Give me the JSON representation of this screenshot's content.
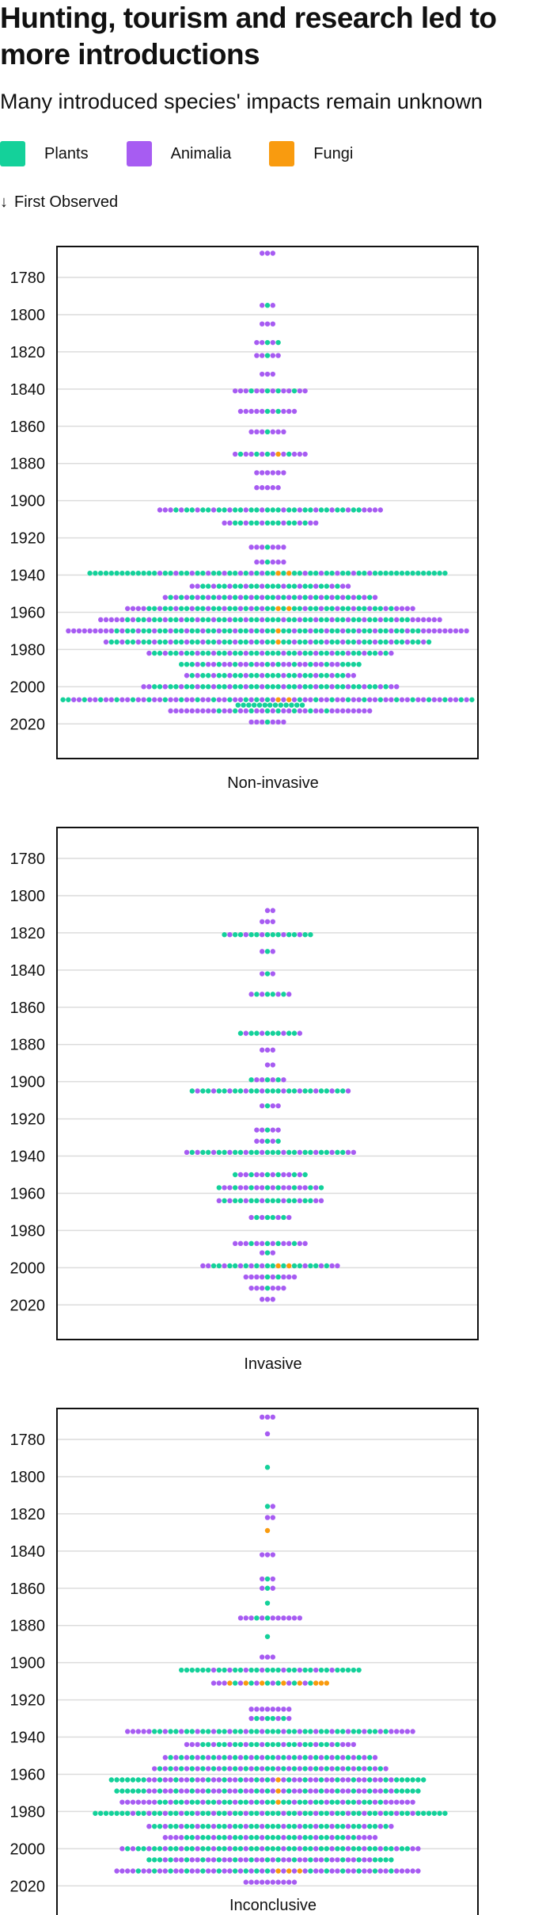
{
  "title": "Hunting, tourism and research led to more introductions",
  "subtitle": "Many introduced species' impacts remain unknown",
  "legend": {
    "items": [
      {
        "label": "Plants",
        "color": "#14d19a"
      },
      {
        "label": "Animalia",
        "color": "#a75cf2"
      },
      {
        "label": "Fungi",
        "color": "#f99b0f"
      }
    ]
  },
  "direction_note": {
    "icon": "arrow-down-icon",
    "label": "First Observed"
  },
  "colors": {
    "Plants": "#14d19a",
    "Animalia": "#a75cf2",
    "Fungi": "#f99b0f",
    "grid": "#dcdcdc",
    "frame": "#111111"
  },
  "chart_data": [
    {
      "type": "scatter",
      "label": "Non-invasive",
      "y_axis_label": "First Observed",
      "y_ticks": [
        1780,
        1800,
        1820,
        1840,
        1860,
        1880,
        1900,
        1920,
        1940,
        1960,
        1980,
        2000,
        2020
      ],
      "ylim": [
        1760,
        2030
      ],
      "grid": true,
      "bins": [
        {
          "year": 1767,
          "Plants": 0,
          "Animalia": 3,
          "Fungi": 0
        },
        {
          "year": 1795,
          "Plants": 1,
          "Animalia": 2,
          "Fungi": 0
        },
        {
          "year": 1805,
          "Plants": 0,
          "Animalia": 3,
          "Fungi": 0
        },
        {
          "year": 1815,
          "Plants": 2,
          "Animalia": 3,
          "Fungi": 0
        },
        {
          "year": 1822,
          "Plants": 1,
          "Animalia": 4,
          "Fungi": 0
        },
        {
          "year": 1832,
          "Plants": 0,
          "Animalia": 3,
          "Fungi": 0
        },
        {
          "year": 1841,
          "Plants": 4,
          "Animalia": 10,
          "Fungi": 0
        },
        {
          "year": 1852,
          "Plants": 2,
          "Animalia": 9,
          "Fungi": 0
        },
        {
          "year": 1863,
          "Plants": 1,
          "Animalia": 6,
          "Fungi": 0
        },
        {
          "year": 1875,
          "Plants": 4,
          "Animalia": 9,
          "Fungi": 1
        },
        {
          "year": 1885,
          "Plants": 0,
          "Animalia": 6,
          "Fungi": 0
        },
        {
          "year": 1893,
          "Plants": 0,
          "Animalia": 5,
          "Fungi": 0
        },
        {
          "year": 1905,
          "Plants": 24,
          "Animalia": 18,
          "Fungi": 0
        },
        {
          "year": 1912,
          "Plants": 10,
          "Animalia": 8,
          "Fungi": 0
        },
        {
          "year": 1925,
          "Plants": 1,
          "Animalia": 6,
          "Fungi": 0
        },
        {
          "year": 1933,
          "Plants": 1,
          "Animalia": 5,
          "Fungi": 0
        },
        {
          "year": 1939,
          "Plants": 52,
          "Animalia": 13,
          "Fungi": 2
        },
        {
          "year": 1946,
          "Plants": 18,
          "Animalia": 12,
          "Fungi": 0
        },
        {
          "year": 1952,
          "Plants": 20,
          "Animalia": 20,
          "Fungi": 0
        },
        {
          "year": 1958,
          "Plants": 30,
          "Animalia": 22,
          "Fungi": 2
        },
        {
          "year": 1964,
          "Plants": 36,
          "Animalia": 28,
          "Fungi": 0
        },
        {
          "year": 1970,
          "Plants": 38,
          "Animalia": 36,
          "Fungi": 1
        },
        {
          "year": 1976,
          "Plants": 40,
          "Animalia": 20,
          "Fungi": 1
        },
        {
          "year": 1982,
          "Plants": 30,
          "Animalia": 16,
          "Fungi": 0
        },
        {
          "year": 1988,
          "Plants": 16,
          "Animalia": 18,
          "Fungi": 0
        },
        {
          "year": 1994,
          "Plants": 20,
          "Animalia": 12,
          "Fungi": 0
        },
        {
          "year": 2000,
          "Plants": 30,
          "Animalia": 18,
          "Fungi": 0
        },
        {
          "year": 2007,
          "Plants": 40,
          "Animalia": 48,
          "Fungi": 2
        },
        {
          "year": 2013,
          "Plants": 8,
          "Animalia": 30,
          "Fungi": 0
        },
        {
          "year": 2019,
          "Plants": 1,
          "Animalia": 6,
          "Fungi": 0
        }
      ]
    },
    {
      "type": "scatter",
      "label": "Invasive",
      "y_axis_label": "First Observed",
      "y_ticks": [
        1780,
        1800,
        1820,
        1840,
        1860,
        1880,
        1900,
        1920,
        1940,
        1960,
        1980,
        2000,
        2020
      ],
      "ylim": [
        1760,
        2030
      ],
      "grid": true,
      "bins": [
        {
          "year": 1808,
          "Plants": 0,
          "Animalia": 2,
          "Fungi": 0
        },
        {
          "year": 1814,
          "Plants": 0,
          "Animalia": 3,
          "Fungi": 0
        },
        {
          "year": 1821,
          "Plants": 12,
          "Animalia": 5,
          "Fungi": 0
        },
        {
          "year": 1830,
          "Plants": 1,
          "Animalia": 2,
          "Fungi": 0
        },
        {
          "year": 1842,
          "Plants": 1,
          "Animalia": 2,
          "Fungi": 0
        },
        {
          "year": 1853,
          "Plants": 4,
          "Animalia": 4,
          "Fungi": 0
        },
        {
          "year": 1874,
          "Plants": 8,
          "Animalia": 4,
          "Fungi": 0
        },
        {
          "year": 1883,
          "Plants": 0,
          "Animalia": 3,
          "Fungi": 0
        },
        {
          "year": 1891,
          "Plants": 0,
          "Animalia": 2,
          "Fungi": 0
        },
        {
          "year": 1899,
          "Plants": 3,
          "Animalia": 4,
          "Fungi": 0
        },
        {
          "year": 1905,
          "Plants": 20,
          "Animalia": 10,
          "Fungi": 0
        },
        {
          "year": 1913,
          "Plants": 1,
          "Animalia": 3,
          "Fungi": 0
        },
        {
          "year": 1926,
          "Plants": 1,
          "Animalia": 4,
          "Fungi": 0
        },
        {
          "year": 1932,
          "Plants": 2,
          "Animalia": 3,
          "Fungi": 0
        },
        {
          "year": 1938,
          "Plants": 20,
          "Animalia": 12,
          "Fungi": 0
        },
        {
          "year": 1950,
          "Plants": 6,
          "Animalia": 8,
          "Fungi": 0
        },
        {
          "year": 1957,
          "Plants": 8,
          "Animalia": 12,
          "Fungi": 0
        },
        {
          "year": 1964,
          "Plants": 12,
          "Animalia": 8,
          "Fungi": 0
        },
        {
          "year": 1973,
          "Plants": 4,
          "Animalia": 4,
          "Fungi": 0
        },
        {
          "year": 1987,
          "Plants": 4,
          "Animalia": 10,
          "Fungi": 0
        },
        {
          "year": 1992,
          "Plants": 1,
          "Animalia": 2,
          "Fungi": 0
        },
        {
          "year": 1999,
          "Plants": 14,
          "Animalia": 10,
          "Fungi": 2
        },
        {
          "year": 2005,
          "Plants": 2,
          "Animalia": 8,
          "Fungi": 0
        },
        {
          "year": 2011,
          "Plants": 1,
          "Animalia": 6,
          "Fungi": 0
        },
        {
          "year": 2017,
          "Plants": 0,
          "Animalia": 3,
          "Fungi": 0
        }
      ]
    },
    {
      "type": "scatter",
      "label": "Inconclusive",
      "y_axis_label": "First Observed",
      "y_ticks": [
        1780,
        1800,
        1820,
        1840,
        1860,
        1880,
        1900,
        1920,
        1940,
        1960,
        1980,
        2000,
        2020
      ],
      "ylim": [
        1760,
        2030
      ],
      "grid": true,
      "bins": [
        {
          "year": 1768,
          "Plants": 0,
          "Animalia": 3,
          "Fungi": 0
        },
        {
          "year": 1777,
          "Plants": 0,
          "Animalia": 1,
          "Fungi": 0
        },
        {
          "year": 1795,
          "Plants": 1,
          "Animalia": 0,
          "Fungi": 0
        },
        {
          "year": 1816,
          "Plants": 1,
          "Animalia": 1,
          "Fungi": 0
        },
        {
          "year": 1822,
          "Plants": 0,
          "Animalia": 2,
          "Fungi": 0
        },
        {
          "year": 1829,
          "Plants": 0,
          "Animalia": 0,
          "Fungi": 1
        },
        {
          "year": 1842,
          "Plants": 0,
          "Animalia": 3,
          "Fungi": 0
        },
        {
          "year": 1855,
          "Plants": 1,
          "Animalia": 2,
          "Fungi": 0
        },
        {
          "year": 1860,
          "Plants": 1,
          "Animalia": 2,
          "Fungi": 0
        },
        {
          "year": 1868,
          "Plants": 1,
          "Animalia": 0,
          "Fungi": 0
        },
        {
          "year": 1876,
          "Plants": 2,
          "Animalia": 10,
          "Fungi": 0
        },
        {
          "year": 1886,
          "Plants": 1,
          "Animalia": 0,
          "Fungi": 0
        },
        {
          "year": 1897,
          "Plants": 0,
          "Animalia": 3,
          "Fungi": 0
        },
        {
          "year": 1904,
          "Plants": 26,
          "Animalia": 8,
          "Fungi": 0
        },
        {
          "year": 1911,
          "Plants": 6,
          "Animalia": 8,
          "Fungi": 8
        },
        {
          "year": 1925,
          "Plants": 0,
          "Animalia": 8,
          "Fungi": 0
        },
        {
          "year": 1930,
          "Plants": 4,
          "Animalia": 4,
          "Fungi": 0
        },
        {
          "year": 1937,
          "Plants": 30,
          "Animalia": 24,
          "Fungi": 0
        },
        {
          "year": 1944,
          "Plants": 18,
          "Animalia": 14,
          "Fungi": 0
        },
        {
          "year": 1951,
          "Plants": 20,
          "Animalia": 20,
          "Fungi": 0
        },
        {
          "year": 1957,
          "Plants": 22,
          "Animalia": 22,
          "Fungi": 0
        },
        {
          "year": 1963,
          "Plants": 28,
          "Animalia": 30,
          "Fungi": 1
        },
        {
          "year": 1969,
          "Plants": 26,
          "Animalia": 30,
          "Fungi": 1
        },
        {
          "year": 1975,
          "Plants": 28,
          "Animalia": 26,
          "Fungi": 1
        },
        {
          "year": 1981,
          "Plants": 48,
          "Animalia": 18,
          "Fungi": 0
        },
        {
          "year": 1988,
          "Plants": 30,
          "Animalia": 16,
          "Fungi": 0
        },
        {
          "year": 1994,
          "Plants": 22,
          "Animalia": 18,
          "Fungi": 0
        },
        {
          "year": 2000,
          "Plants": 36,
          "Animalia": 20,
          "Fungi": 0
        },
        {
          "year": 2006,
          "Plants": 20,
          "Animalia": 26,
          "Fungi": 0
        },
        {
          "year": 2012,
          "Plants": 16,
          "Animalia": 38,
          "Fungi": 3
        },
        {
          "year": 2018,
          "Plants": 0,
          "Animalia": 10,
          "Fungi": 0
        }
      ]
    }
  ]
}
